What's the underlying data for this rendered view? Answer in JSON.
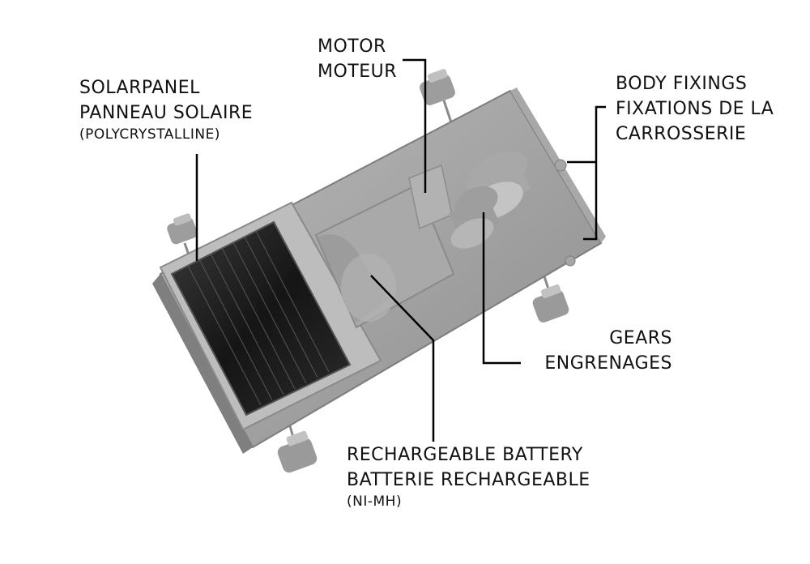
{
  "callouts": {
    "solar": {
      "line1": "SOLARPANEL",
      "line2": "PANNEAU SOLAIRE",
      "line3": "(POLYCRYSTALLINE)"
    },
    "motor": {
      "line1": "MOTOR",
      "line2": "MOTEUR"
    },
    "body": {
      "line1": "BODY FIXINGS",
      "line2": "FIXATIONS DE LA",
      "line3": "CARROSSERIE"
    },
    "gears": {
      "line1": "GEARS",
      "line2": "ENGRENAGES"
    },
    "battery": {
      "line1": "RECHARGEABLE BATTERY",
      "line2": "BATTERIE RECHARGEABLE",
      "line3": "(NI-MH)"
    }
  }
}
